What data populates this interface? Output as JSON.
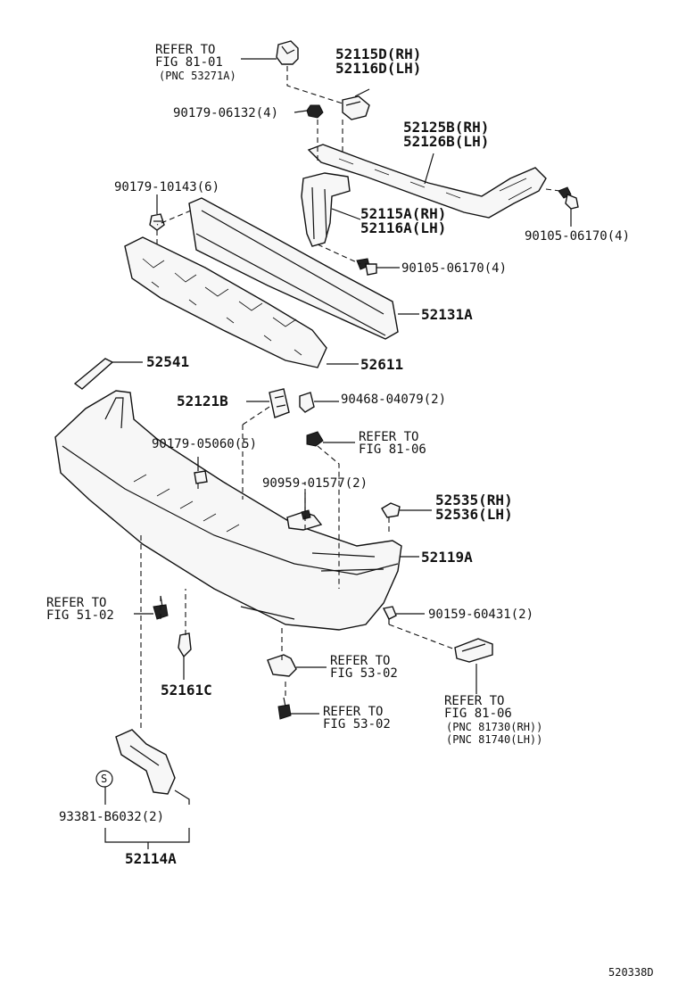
{
  "diagram": {
    "code": "520338D",
    "labels": {
      "refer_81_01_a": "REFER TO",
      "refer_81_01_b": "FIG 81-01",
      "refer_81_01_c": "(PNC 53271A)",
      "p52115d": "52115D(RH)",
      "p52116d": "52116D(LH)",
      "p90179_06132": "90179-06132(4)",
      "p52125b": "52125B(RH)",
      "p52126b": "52126B(LH)",
      "p90179_10143": "90179-10143(6)",
      "p52115a": "52115A(RH)",
      "p52116a": "52116A(LH)",
      "p90105_06170_right": "90105-06170(4)",
      "p90105_06170_mid": "90105-06170(4)",
      "p52131a": "52131A",
      "p52541": "52541",
      "p52611": "52611",
      "p52121b": "52121B",
      "p90468": "90468-04079(2)",
      "refer_81_06_a": "REFER TO",
      "refer_81_06_b": "FIG 81-06",
      "p90179_05060": "90179-05060(5)",
      "p90959": "90959-01577(2)",
      "p52535": "52535(RH)",
      "p52536": "52536(LH)",
      "p52119a": "52119A",
      "refer_51_02_a": "REFER TO",
      "refer_51_02_b": "FIG 51-02",
      "p90159": "90159-60431(2)",
      "refer_53_02_a1": "REFER TO",
      "refer_53_02_b1": "FIG 53-02",
      "p52161c": "52161C",
      "refer_53_02_a2": "REFER TO",
      "refer_53_02_b2": "FIG 53-02",
      "refer_81_06_c": "REFER TO",
      "refer_81_06_d": "FIG 81-06",
      "pnc_81730": "(PNC 81730(RH))",
      "pnc_81740": "(PNC 81740(LH))",
      "s_mark": "S",
      "p93381": "93381-B6032(2)",
      "p52114a": "52114A"
    }
  }
}
